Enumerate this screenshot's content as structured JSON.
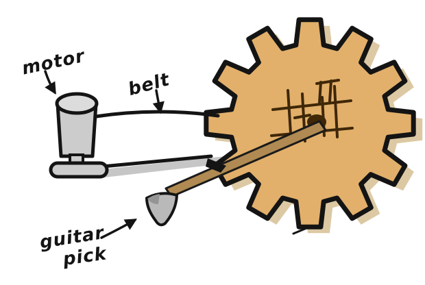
{
  "labels": {
    "motor": "motor",
    "belt": "belt",
    "guitar_pick_line1": "guitar",
    "guitar_pick_line2": "pick"
  },
  "colors": {
    "ink": "#141414",
    "gear_fill": "#e2b06b",
    "gear_shadow": "#dcc9a4",
    "mechanism_brown": "#3f2708",
    "shaft_fill": "#b08a52",
    "metal_gray": "#cccccc",
    "metal_gray_light": "#dcdcdc",
    "pick_gray": "#b9b9b9",
    "ground_shadow": "#c6c6c6"
  }
}
